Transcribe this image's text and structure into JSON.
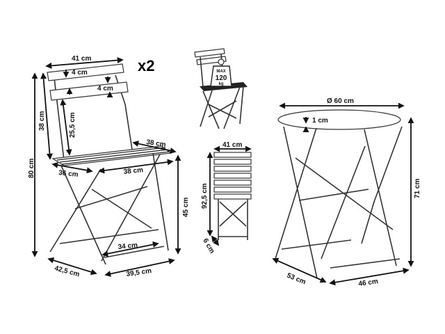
{
  "chair": {
    "quantity": "x2",
    "width_top": "41 cm",
    "top_slat_height": "4 cm",
    "second_slat_height": "4 cm",
    "back_height": "38 cm",
    "back_gap": "25,5 cm",
    "total_height": "80 cm",
    "seat_depth": "38 cm",
    "seat_width_front": "38 cm",
    "seat_side": "36 cm",
    "seat_height": "45 cm",
    "footrest_width": "34 cm",
    "base_depth": "42,5 cm",
    "base_width": "39,5 cm"
  },
  "load": {
    "max_label": "MAX",
    "value": "120",
    "unit": "kg"
  },
  "folded_chair": {
    "width": "41 cm",
    "height": "92,5 cm",
    "thickness": "6 cm"
  },
  "table": {
    "diameter": "Ø 60 cm",
    "top_thickness": "1 cm",
    "height": "71 cm",
    "base_depth": "53 cm",
    "base_width": "46 cm"
  }
}
